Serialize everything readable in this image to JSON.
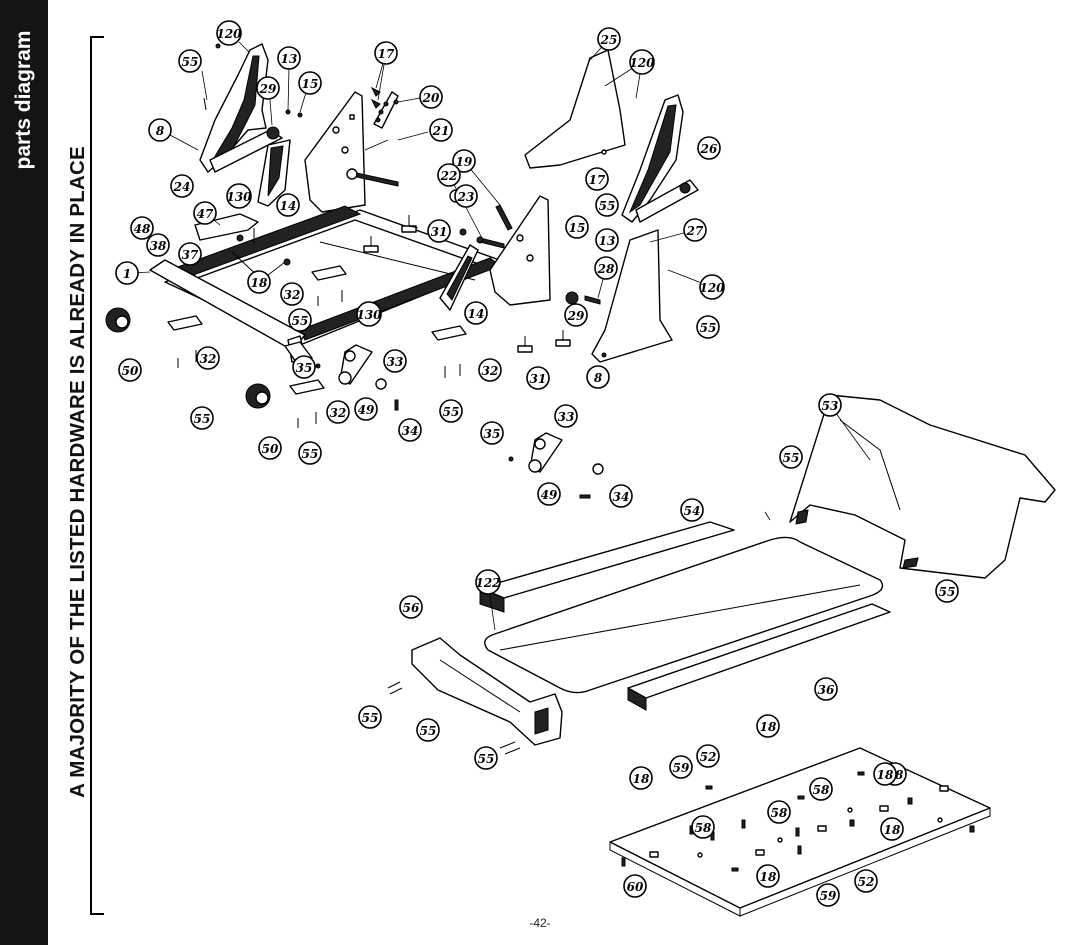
{
  "side_tab": {
    "label": "parts diagram"
  },
  "notice": "A MAJORITY OF THE LISTED HARDWARE IS ALREADY IN PLACE",
  "page_number": "-42-",
  "callouts": [
    "120",
    "55",
    "13",
    "15",
    "8",
    "29",
    "24",
    "130",
    "14",
    "17",
    "20",
    "21",
    "19",
    "22",
    "23",
    "47",
    "48",
    "38",
    "37",
    "1",
    "18",
    "32",
    "31",
    "55",
    "130",
    "25",
    "120",
    "26",
    "55",
    "17",
    "15",
    "13",
    "28",
    "27",
    "120",
    "29",
    "14",
    "55",
    "8",
    "31",
    "50",
    "55",
    "32",
    "35",
    "33",
    "32",
    "49",
    "34",
    "50",
    "55",
    "55",
    "32",
    "33",
    "35",
    "34",
    "49",
    "53",
    "55",
    "55",
    "54",
    "122",
    "56",
    "36",
    "55",
    "55",
    "55",
    "18",
    "58",
    "52",
    "59",
    "18",
    "58",
    "18",
    "58",
    "58",
    "18",
    "18",
    "59",
    "52",
    "60"
  ]
}
